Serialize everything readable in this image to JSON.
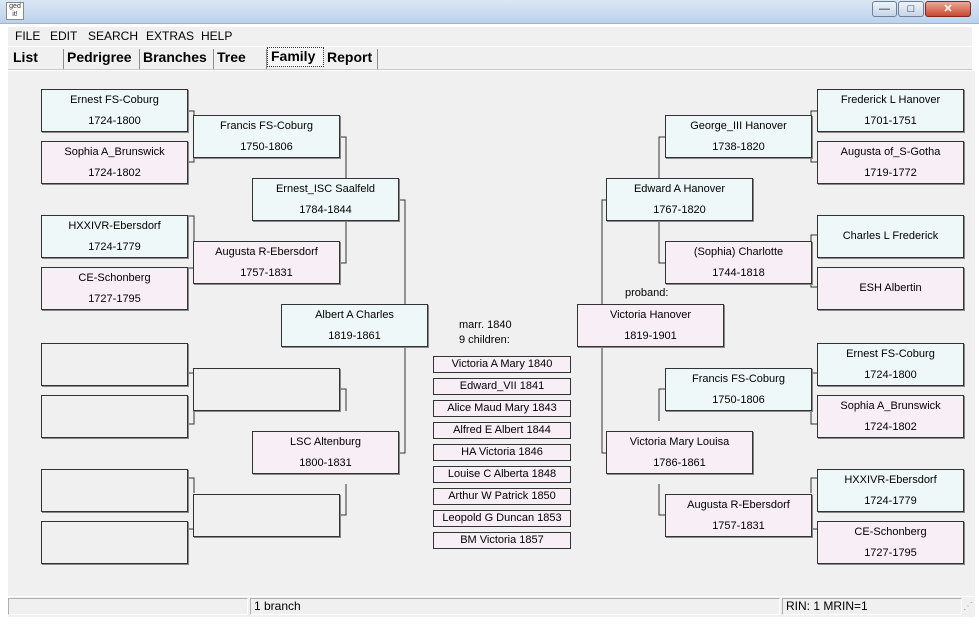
{
  "window": {
    "icon_text": "ged it!",
    "minimize": "—",
    "maximize": "□",
    "close": "✕"
  },
  "menu": [
    "FILE",
    "EDIT",
    "SEARCH",
    "EXTRAS",
    "HELP"
  ],
  "tabs": [
    "List",
    "Pedrigree",
    "Branches",
    "Tree",
    "Family",
    "Report"
  ],
  "active_tab": "Family",
  "husband_side": {
    "person": {
      "name": "Albert A Charles",
      "dates": "1819-1861"
    },
    "father": {
      "name": "Ernest_ISC Saalfeld",
      "dates": "1784-1844"
    },
    "mother": {
      "name": "LSC Altenburg",
      "dates": "1800-1831"
    },
    "pat_grandfather": {
      "name": "Francis FS-Coburg",
      "dates": "1750-1806"
    },
    "pat_grandmother": {
      "name": "Augusta R-Ebersdorf",
      "dates": "1757-1831"
    },
    "gg1": {
      "name": "Ernest FS-Coburg",
      "dates": "1724-1800"
    },
    "gg2": {
      "name": "Sophia A_Brunswick",
      "dates": "1724-1802"
    },
    "gg3": {
      "name": "HXXIVR-Ebersdorf",
      "dates": "1724-1779"
    },
    "gg4": {
      "name": "CE-Schonberg",
      "dates": "1727-1795"
    }
  },
  "wife_side": {
    "proband_label": "proband:",
    "person": {
      "name": "Victoria  Hanover",
      "dates": "1819-1901"
    },
    "father": {
      "name": "Edward A Hanover",
      "dates": "1767-1820"
    },
    "mother": {
      "name": "Victoria Mary Louisa",
      "dates": "1786-1861"
    },
    "pat_grandfather": {
      "name": "George_III  Hanover",
      "dates": "1738-1820"
    },
    "pat_grandmother": {
      "name": "(Sophia) Charlotte",
      "dates": "1744-1818"
    },
    "mat_grandfather": {
      "name": "Francis FS-Coburg",
      "dates": "1750-1806"
    },
    "mat_grandmother": {
      "name": "Augusta R-Ebersdorf",
      "dates": "1757-1831"
    },
    "gg1": {
      "name": "Frederick L Hanover",
      "dates": "1701-1751"
    },
    "gg2": {
      "name": "Augusta of_S-Gotha",
      "dates": "1719-1772"
    },
    "gg3": {
      "name": "Charles L Frederick",
      "dates": ""
    },
    "gg4": {
      "name": "ESH Albertin",
      "dates": ""
    },
    "gg5": {
      "name": "Ernest FS-Coburg",
      "dates": "1724-1800"
    },
    "gg6": {
      "name": "Sophia A_Brunswick",
      "dates": "1724-1802"
    },
    "gg7": {
      "name": "HXXIVR-Ebersdorf",
      "dates": "1724-1779"
    },
    "gg8": {
      "name": "CE-Schonberg",
      "dates": "1727-1795"
    }
  },
  "marriage": {
    "text": "marr. 1840",
    "children_count": "9 children:"
  },
  "children": [
    "Victoria A Mary 1840",
    "Edward_VII  1841",
    "Alice Maud Mary 1843",
    "Alfred E Albert 1844",
    "HA Victoria 1846",
    "Louise C Alberta 1848",
    "Arthur W Patrick 1850",
    "Leopold G Duncan 1853",
    "BM Victoria 1857"
  ],
  "status": {
    "left": "",
    "middle": "1 branch",
    "right": "RIN: 1   MRIN=1"
  }
}
